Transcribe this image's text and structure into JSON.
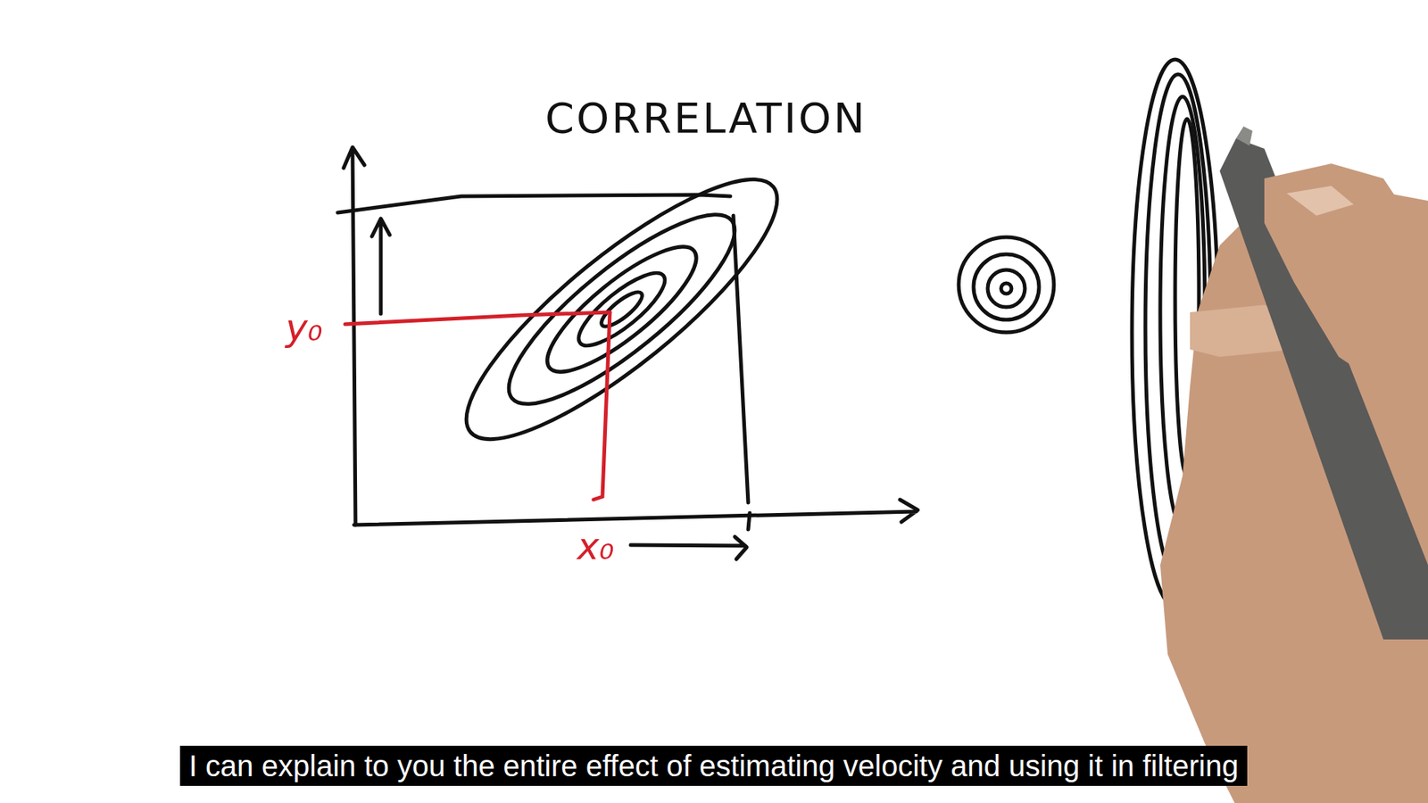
{
  "diagram": {
    "title": "CORRELATION",
    "caption": "I can explain to you the entire effect of estimating velocity and using it in filtering",
    "labels": [
      "y₀",
      "x₀"
    ]
  }
}
